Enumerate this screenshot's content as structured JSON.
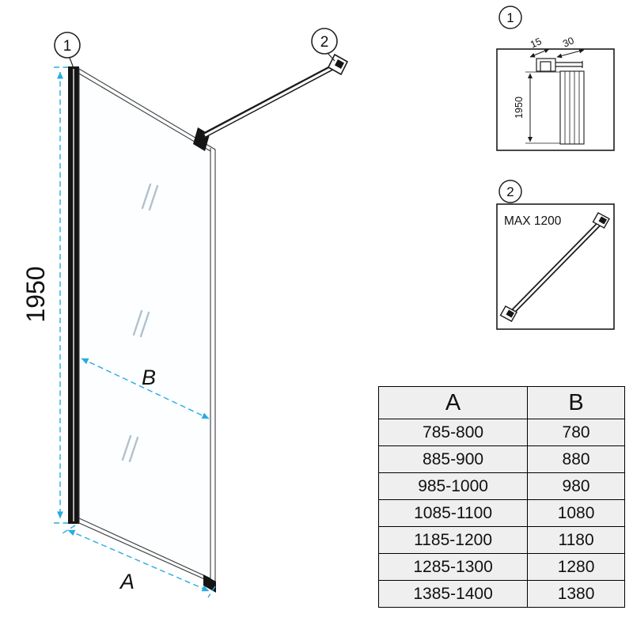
{
  "callouts": {
    "one": "1",
    "two": "2"
  },
  "main_view": {
    "height_label": "1950",
    "width_label": "A",
    "glass_width_label": "B"
  },
  "detail_1": {
    "callout": "1",
    "dim_depth": "15",
    "dim_width": "30",
    "dim_height": "1950"
  },
  "detail_2": {
    "callout": "2",
    "max_label": "MAX 1200"
  },
  "size_table": {
    "headers": {
      "a": "A",
      "b": "B"
    },
    "rows": [
      {
        "a": "785-800",
        "b": "780"
      },
      {
        "a": "885-900",
        "b": "880"
      },
      {
        "a": "985-1000",
        "b": "980"
      },
      {
        "a": "1085-1100",
        "b": "1080"
      },
      {
        "a": "1185-1200",
        "b": "1180"
      },
      {
        "a": "1285-1300",
        "b": "1280"
      },
      {
        "a": "1385-1400",
        "b": "1380"
      }
    ]
  },
  "colors": {
    "dimension_accent": "#29abe2",
    "drawing_line": "#1c1c1c"
  }
}
